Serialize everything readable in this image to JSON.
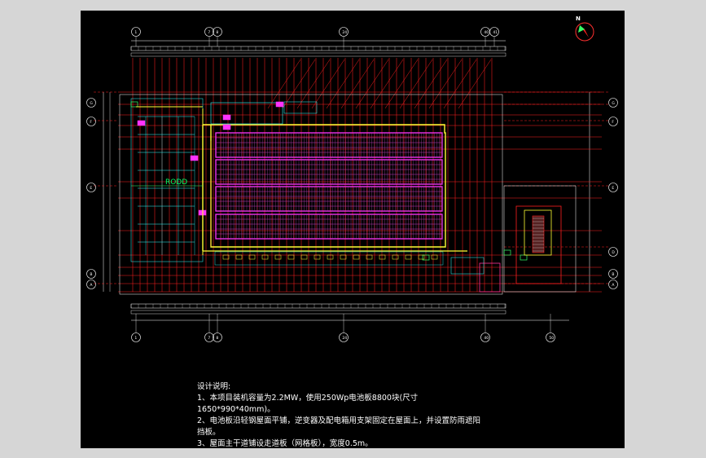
{
  "drawing": {
    "north_label": "N",
    "room_label": "RODD",
    "axis_top": [
      "1",
      "7",
      "8",
      "24",
      "40",
      "41"
    ],
    "axis_bottom": [
      "1",
      "7",
      "8",
      "24",
      "40",
      "50"
    ],
    "axis_left": [
      "G",
      "F",
      "E",
      "B",
      "A"
    ],
    "axis_right": [
      "G",
      "F",
      "E",
      "D",
      "B",
      "A"
    ],
    "colors": {
      "background": "#000000",
      "frame": "#ffffff",
      "grid": "#ff2020",
      "panel": "#ff33ff",
      "building": "#ffff33",
      "cyan": "#33ffff",
      "green": "#33ff66",
      "page": "#d6d6d6"
    }
  },
  "notes": {
    "title": "设计说明:",
    "line1": "1、本项目装机容量为2.2MW，使用250Wp电池板8800块(尺寸",
    "line2": "1650*990*40mm)。",
    "line3": "2、电池板沿轻钢屋面平铺，逆变器及配电箱用支架固定在屋面上，并设置防雨遮阳",
    "line4": "挡板。",
    "line5": "3、屋面主干道铺设走道板（网格板），宽度0.5m。"
  }
}
